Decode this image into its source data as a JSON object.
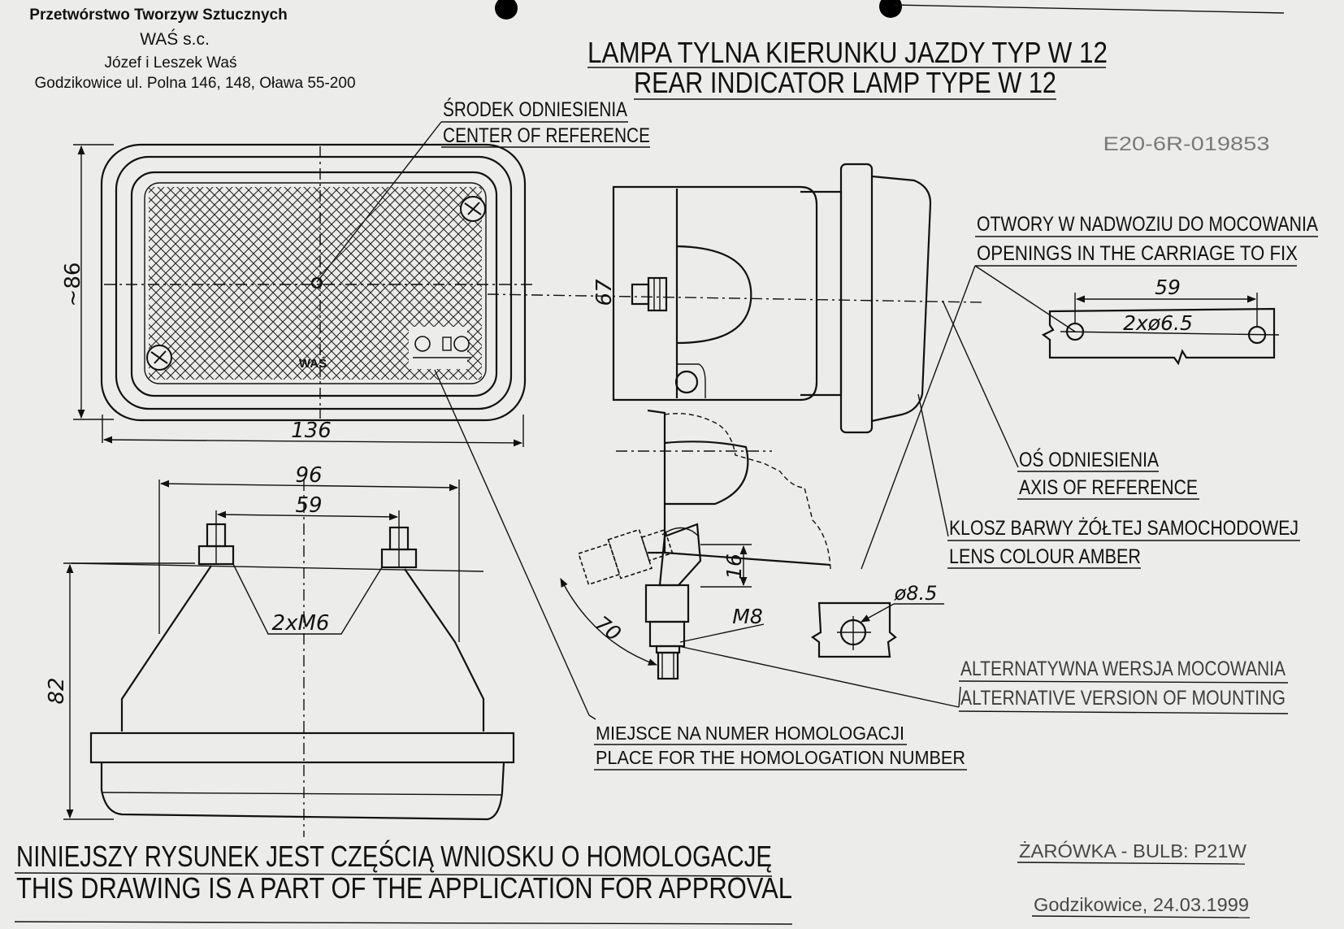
{
  "company": {
    "name_line": "Przetwórstwo Tworzyw Sztucznych",
    "firm": "WAŚ s.c.",
    "owners": "Józef i Leszek Waś",
    "address": "Godzikowice ul. Polna 146, 148, Oława 55-200"
  },
  "title": {
    "pl": "LAMPA TYLNA KIERUNKU JAZDY TYP W 12",
    "en": "REAR INDICATOR LAMP TYPE W 12"
  },
  "doc_number": "E20-6R-019853",
  "labels": {
    "center_ref_pl": "ŚRODEK ODNIESIENIA",
    "center_ref_en": "CENTER OF REFERENCE",
    "openings_pl": "OTWORY W NADWOZIU DO MOCOWANIA",
    "openings_en": "OPENINGS IN THE CARRIAGE TO FIX",
    "axis_pl": "OŚ ODNIESIENIA",
    "axis_en": "AXIS OF REFERENCE",
    "lens_pl": "KLOSZ BARWY ŻÓŁTEJ SAMOCHODOWEJ",
    "lens_en": "LENS COLOUR AMBER",
    "alt_pl": "ALTERNATYWNA WERSJA MOCOWANIA",
    "alt_en": "ALTERNATIVE VERSION OF MOUNTING",
    "homolog_pl": "MIEJSCE NA NUMER HOMOLOGACJI",
    "homolog_en": "PLACE FOR THE HOMOLOGATION NUMBER",
    "mark": "WAŚ"
  },
  "dimensions": {
    "height_front": "~86",
    "width_front": "136",
    "depth_side": "67",
    "hole_spacing": "59",
    "holes": "2xø6.5",
    "top_width": "96",
    "stud_spacing": "59",
    "studs": "2xM6",
    "height_bottom": "82",
    "alt_height": "16",
    "alt_thread": "M8",
    "alt_length": "70",
    "alt_hole": "ø8.5"
  },
  "footer": {
    "note_pl": "NINIEJSZY RYSUNEK JEST CZĘŚCIĄ WNIOSKU O HOMOLOGACJĘ",
    "note_en": "THIS DRAWING IS A PART OF THE APPLICATION FOR APPROVAL",
    "bulb": "ŻARÓWKA - BULB: P21W",
    "date": "Godzikowice, 24.03.1999"
  }
}
